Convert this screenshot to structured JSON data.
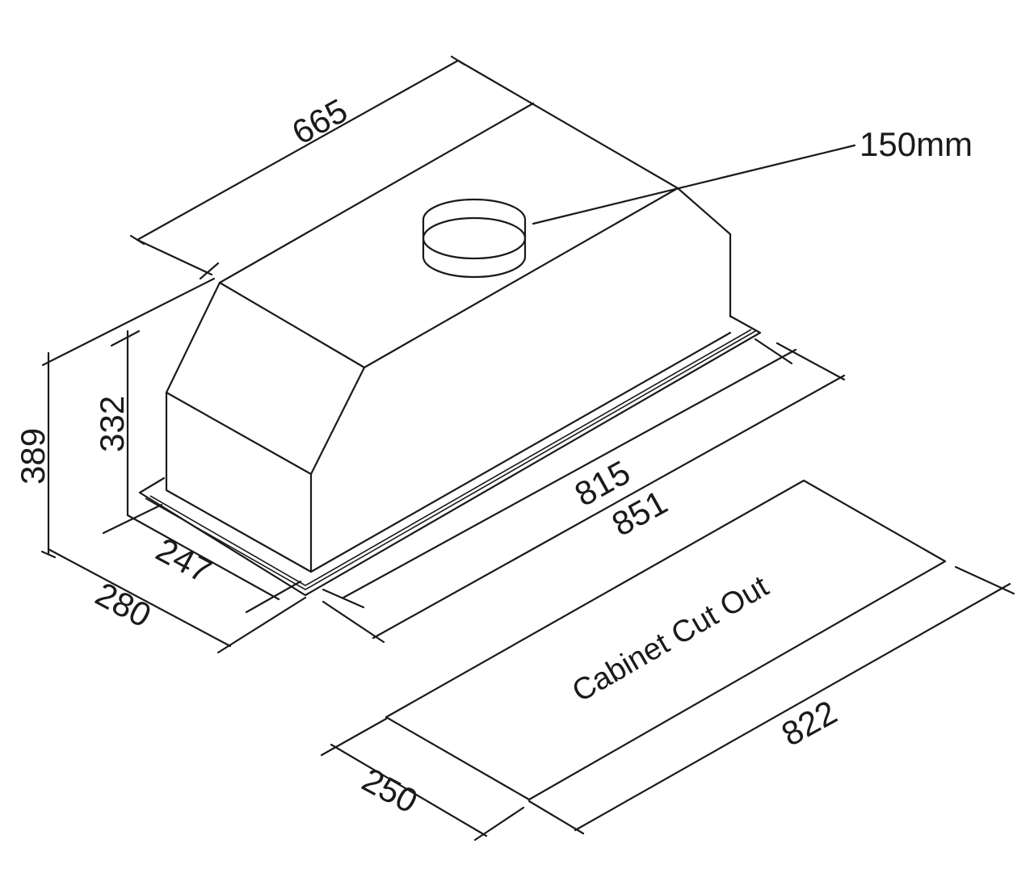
{
  "diagram": {
    "units": "mm",
    "dimensions": {
      "depth_top": "665",
      "duct_diameter": "150mm",
      "total_height": "389",
      "body_height": "332",
      "body_depth": "247",
      "total_depth": "280",
      "body_width": "815",
      "total_width": "851"
    },
    "cutout": {
      "label": "Cabinet Cut Out",
      "width": "822",
      "depth": "250"
    }
  }
}
